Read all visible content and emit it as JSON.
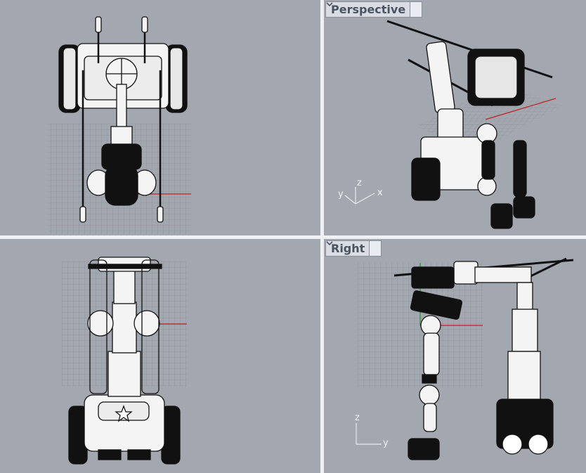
{
  "viewports": {
    "perspective": {
      "title": "Perspective",
      "axes": {
        "x": "x",
        "y": "y",
        "z": "z"
      }
    },
    "right": {
      "title": "Right",
      "axes": {
        "y": "y",
        "z": "z"
      }
    }
  },
  "colors": {
    "viewport_bg": "#a3a8b0",
    "grid": "#8d929a",
    "x_axis": "#c02020",
    "y_axis": "#2a9a2a",
    "model_fill": "#f4f4f4",
    "model_dark": "#111111"
  },
  "icons": {
    "dropdown": "chevron-down-icon"
  }
}
